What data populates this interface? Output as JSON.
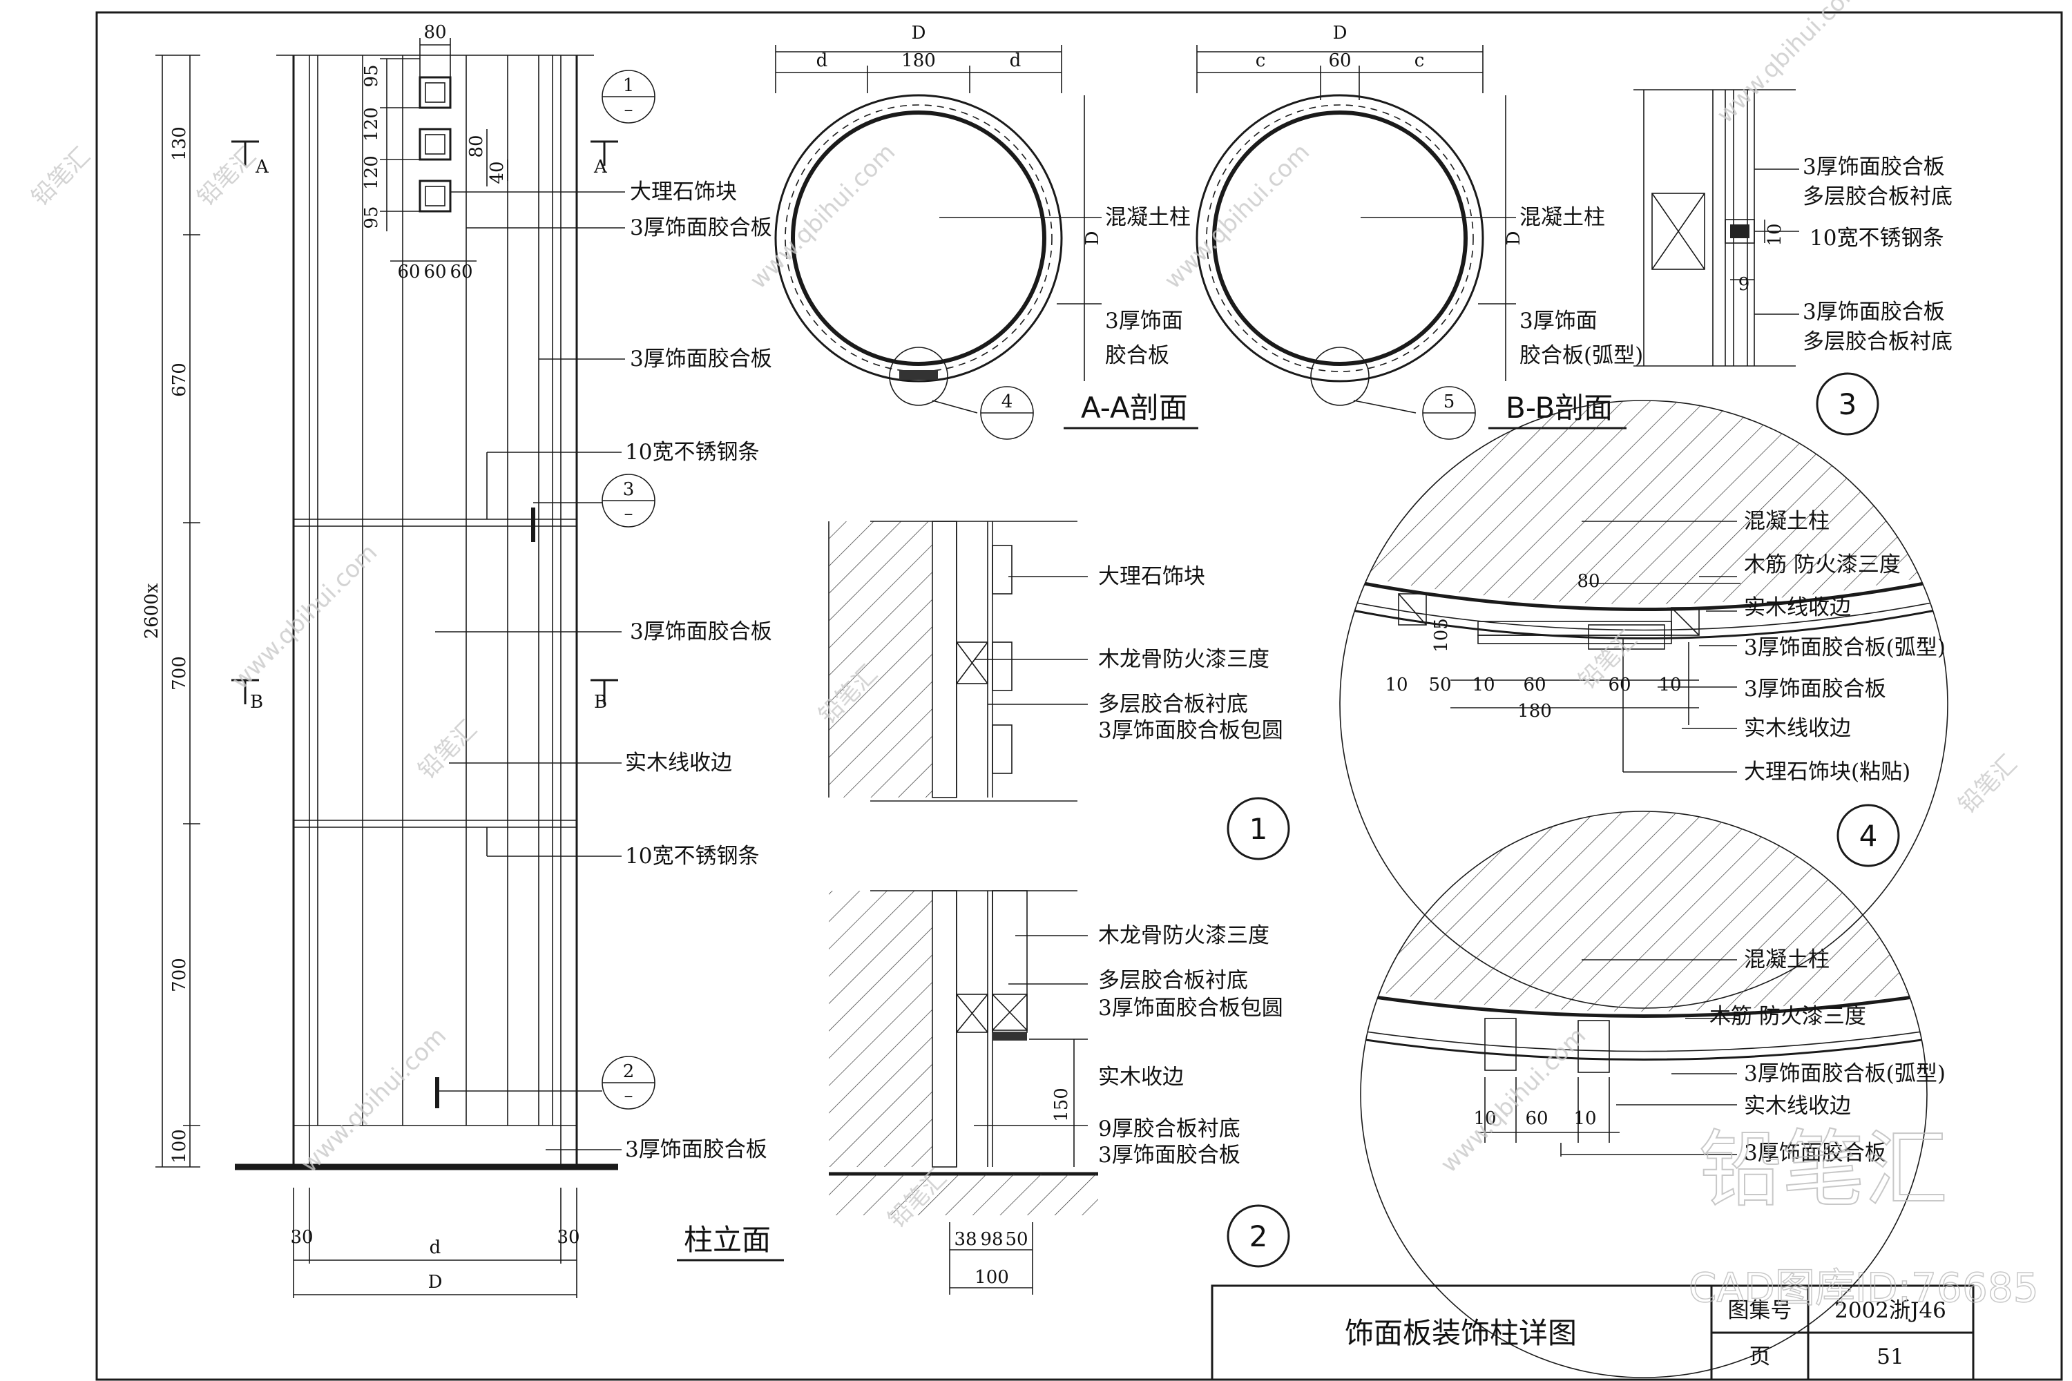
{
  "drawing": {
    "title": "饰面板装饰柱详图",
    "atlas_label": "图集号",
    "atlas_no": "2002浙J46",
    "page_label": "页",
    "page_no": "51"
  },
  "elevation": {
    "title": "柱立面",
    "top_width": "80",
    "total_height": "2600x",
    "segments": [
      "130",
      "670",
      "700",
      "700",
      "100"
    ],
    "stack_dims": [
      "95",
      "120",
      "120",
      "95"
    ],
    "right_dims": [
      "80",
      "40"
    ],
    "bottom_dims": [
      "60",
      "60",
      "60"
    ],
    "base_dims": [
      "30",
      "d",
      "30",
      "D"
    ],
    "section_marks": [
      "A",
      "A",
      "B",
      "B"
    ],
    "callouts": [
      "1",
      "2",
      "3"
    ],
    "labels": [
      "大理石饰块",
      "3厚饰面胶合板",
      "3厚饰面胶合板",
      "10宽不锈钢条",
      "3厚饰面胶合板",
      "实木线收边",
      "10宽不锈钢条",
      "3厚饰面胶合板"
    ]
  },
  "section_aa": {
    "title": "A-A剖面",
    "dims": [
      "D",
      "d",
      "180",
      "d",
      "D"
    ],
    "labels": [
      "混凝土柱",
      "3厚饰面",
      "胶合板"
    ],
    "callout": "4"
  },
  "section_bb": {
    "title": "B-B剖面",
    "dims": [
      "D",
      "c",
      "60",
      "c",
      "D"
    ],
    "labels": [
      "混凝土柱",
      "3厚饰面",
      "胶合板(弧型)"
    ],
    "callout": "5"
  },
  "detail_1": {
    "number": "1",
    "labels": [
      "大理石饰块",
      "木龙骨防火漆三度",
      "多层胶合板衬底",
      "3厚饰面胶合板包圆"
    ]
  },
  "detail_2": {
    "number": "2",
    "labels": [
      "木龙骨防火漆三度",
      "多层胶合板衬底",
      "3厚饰面胶合板包圆",
      "实木收边",
      "9厚胶合板衬底",
      "3厚饰面胶合板"
    ],
    "dims": [
      "150",
      "38",
      "98",
      "50",
      "100"
    ]
  },
  "detail_3": {
    "number": "3",
    "labels": [
      "3厚饰面胶合板",
      "多层胶合板衬底",
      "10宽不锈钢条",
      "3厚饰面胶合板",
      "多层胶合板衬底"
    ],
    "dims": [
      "10",
      "9"
    ]
  },
  "detail_4": {
    "number": "4",
    "labels": [
      "混凝土柱",
      "木筋 防火漆三度",
      "实木线收边",
      "3厚饰面胶合板(弧型)",
      "3厚饰面胶合板",
      "实木线收边",
      "大理石饰块(粘贴)"
    ],
    "dims": [
      "80",
      "105",
      "10",
      "50",
      "10",
      "60",
      "60",
      "10",
      "180"
    ]
  },
  "detail_5": {
    "labels": [
      "混凝土柱",
      "木筋 防火漆三度",
      "3厚饰面胶合板(弧型)",
      "实木线收边",
      "3厚饰面胶合板"
    ],
    "dims": [
      "10",
      "60",
      "10"
    ]
  },
  "watermarks": [
    "铅笔汇",
    "www.qbihui.com",
    "CAD图库ID:76685"
  ]
}
